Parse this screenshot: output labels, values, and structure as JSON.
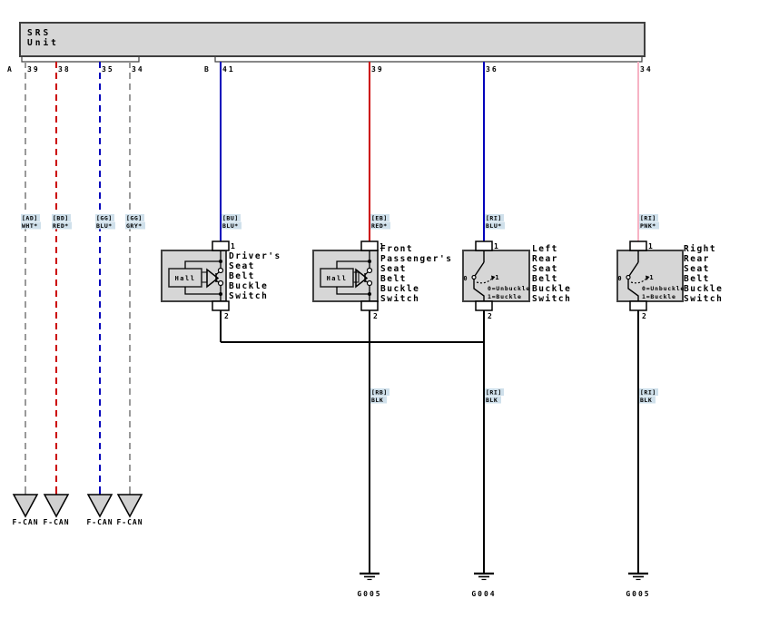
{
  "colors": {
    "wire_gray": "#999999",
    "wire_red": "#cc0000",
    "wire_blue": "#0000bb",
    "wire_pink": "#f7b3c4",
    "wire_black": "#000000",
    "box_fill": "#d6d6d6",
    "box_border": "#404040",
    "highlight": "#cfe0eb",
    "tab_fill": "#ffffff",
    "fcan_fill": "#d0d0d0"
  },
  "unit": {
    "name_line1": "SRS",
    "name_line2": "Unit"
  },
  "connectors": {
    "a_label": "A",
    "b_label": "B",
    "a_pins": [
      "39",
      "38",
      "35",
      "34"
    ],
    "b_pins": [
      "41",
      "39",
      "36",
      "34"
    ]
  },
  "wire_labels": {
    "a39_code": "[AD]",
    "a39_color": "WHT*",
    "a38_code": "[BD]",
    "a38_color": "RED*",
    "a35_code": "[GG]",
    "a35_color": "BLU*",
    "a34_code": "[GG]",
    "a34_color": "GRY*",
    "b41_code": "[BU]",
    "b41_color": "BLU*",
    "b39_code": "[EB]",
    "b39_color": "RED*",
    "b36_code": "[RI]",
    "b36_color": "BLU*",
    "b34_code": "[RI]",
    "b34_color": "PNK*",
    "gnd1_code": "[RB]",
    "gnd1_color": "BLK",
    "gnd2_code": "[RI]",
    "gnd2_color": "BLK",
    "gnd3_code": "[RI]",
    "gnd3_color": "BLK"
  },
  "switches": {
    "driver": {
      "pin_top": "1",
      "pin_bottom": "2",
      "sensor": "Hall",
      "name": [
        "Driver's",
        "Seat",
        "Belt",
        "Buckle",
        "Switch"
      ]
    },
    "passenger": {
      "pin_top": "1",
      "pin_bottom": "2",
      "sensor": "Hall",
      "name": [
        "Front",
        "Passenger's",
        "Seat",
        "Belt",
        "Buckle",
        "Switch"
      ]
    },
    "left_rear": {
      "pin_top": "1",
      "pin_bottom": "2",
      "pos0": "0",
      "pos1": "1",
      "legend1": "0=Unbuckle",
      "legend2": "1=Buckle",
      "name": [
        "Left",
        "Rear",
        "Seat",
        "Belt",
        "Buckle",
        "Switch"
      ]
    },
    "right_rear": {
      "pin_top": "1",
      "pin_bottom": "2",
      "pos0": "0",
      "pos1": "1",
      "legend1": "0=Unbuckle",
      "legend2": "1=Buckle",
      "name": [
        "Right",
        "Rear",
        "Seat",
        "Belt",
        "Buckle",
        "Switch"
      ]
    }
  },
  "fcan": {
    "label1": "F-CAN",
    "label2": "F-CAN",
    "label3": "F-CAN",
    "label4": "F-CAN"
  },
  "grounds": [
    "G005",
    "G004",
    "G005"
  ]
}
